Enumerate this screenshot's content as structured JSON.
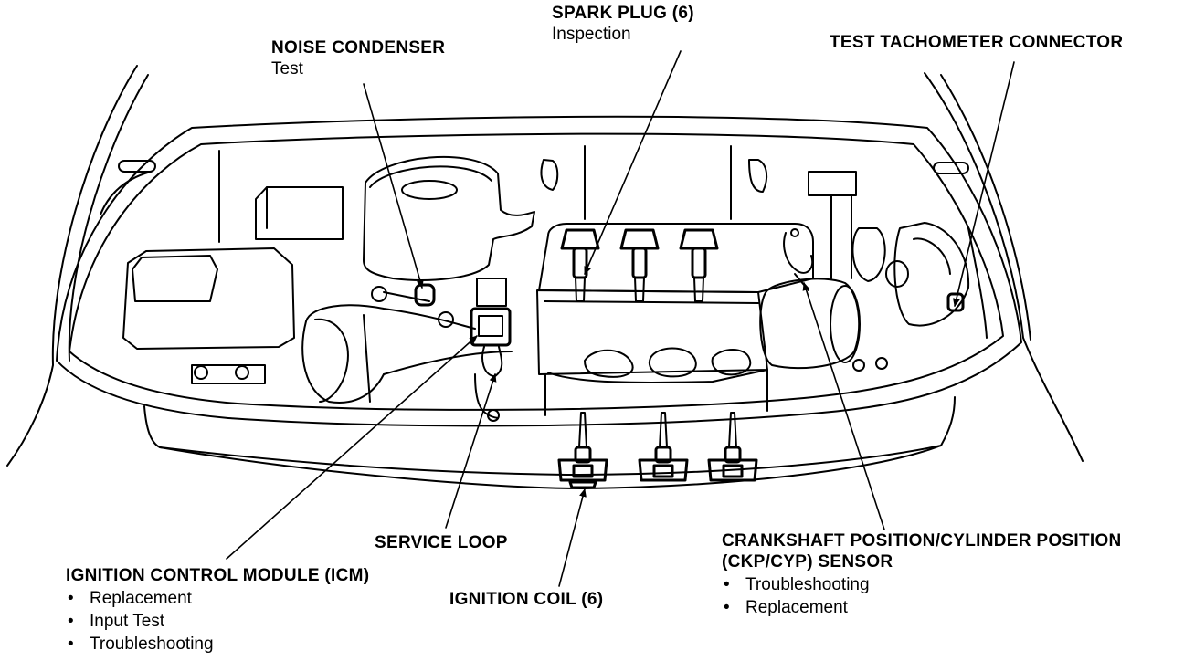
{
  "callouts": {
    "spark_plug": {
      "title": "SPARK PLUG (6)",
      "sub": "Inspection"
    },
    "noise_condenser": {
      "title": "NOISE CONDENSER",
      "sub": "Test"
    },
    "test_tach": {
      "title": "TEST TACHOMETER CONNECTOR"
    },
    "service_loop": {
      "title": "SERVICE LOOP"
    },
    "icm": {
      "title": "IGNITION CONTROL MODULE (ICM)",
      "items": [
        "Replacement",
        "Input Test",
        "Troubleshooting"
      ]
    },
    "ignition_coil": {
      "title": "IGNITION COIL (6)"
    },
    "ckp": {
      "title_line1": "CRANKSHAFT POSITION/CYLINDER POSITION",
      "title_line2": "(CKP/CYP) SENSOR",
      "items": [
        "Troubleshooting",
        "Replacement"
      ]
    }
  }
}
